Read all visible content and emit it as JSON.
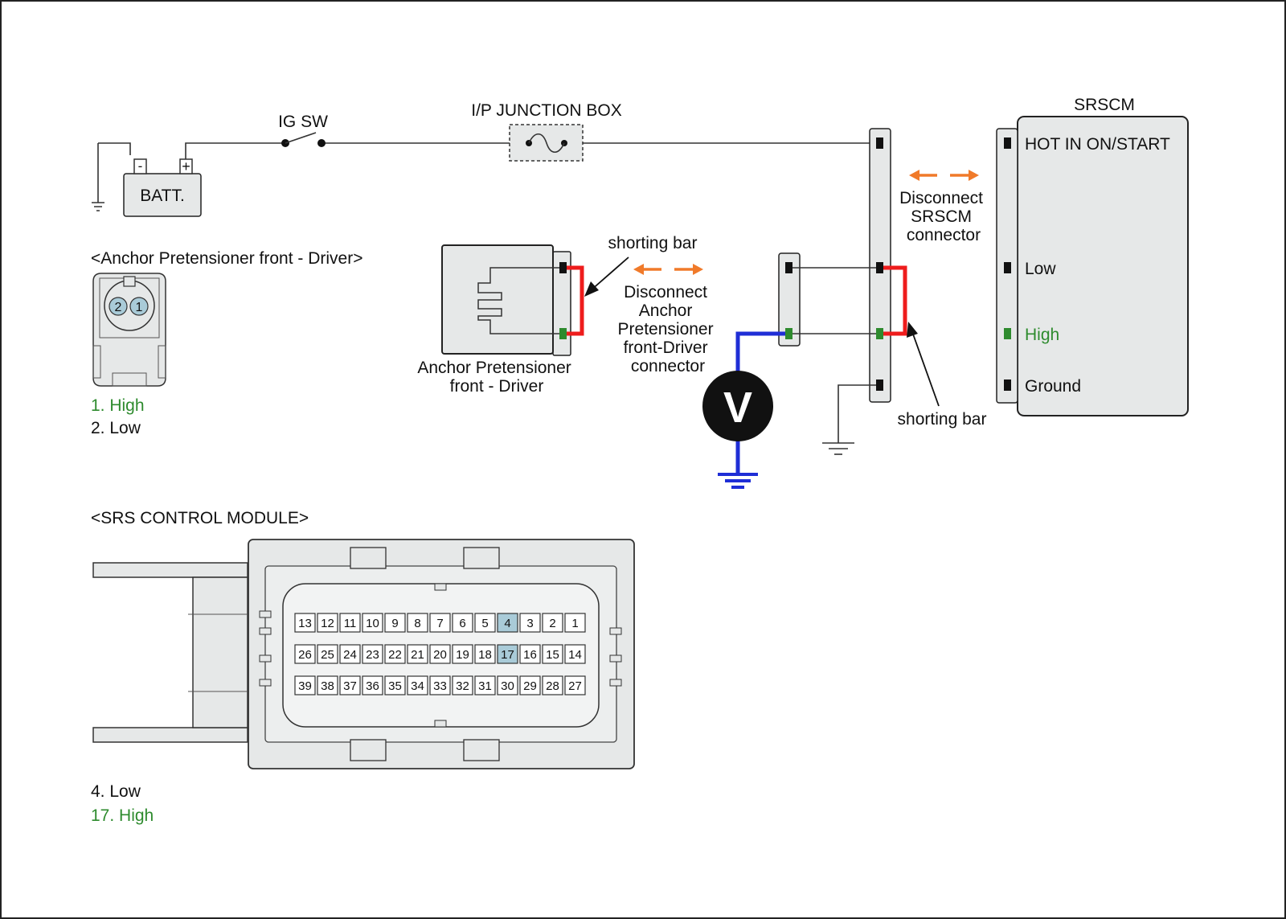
{
  "labels": {
    "ig_sw": "IG SW",
    "junction_box": "I/P JUNCTION BOX",
    "battery": "BATT.",
    "srscm": "SRSCM",
    "pin_hot": "HOT IN ON/START",
    "pin_low": "Low",
    "pin_high": "High",
    "pin_ground": "Ground",
    "shorting_bar_top": "shorting bar",
    "shorting_bar_bottom": "shorting bar",
    "disconnect_srscm": [
      "Disconnect",
      "SRSCM",
      "connector"
    ],
    "disconnect_anchor": [
      "Disconnect",
      "Anchor",
      "Pretensioner",
      "front-Driver",
      "connector"
    ],
    "anchor_component": [
      "Anchor Pretensioner",
      "front - Driver"
    ],
    "voltmeter": "V",
    "battery_minus": "-",
    "battery_plus": "+"
  },
  "anchor_view": {
    "title": "<Anchor Pretensioner front - Driver>",
    "pin_labels": [
      "2",
      "1"
    ],
    "legend": [
      {
        "text": "1. High",
        "color": "#2e8b2e"
      },
      {
        "text": "2. Low",
        "color": "#111111"
      }
    ]
  },
  "srs_module": {
    "title": "<SRS CONTROL MODULE>",
    "rows": [
      [
        "13",
        "12",
        "11",
        "10",
        "9",
        "8",
        "7",
        "6",
        "5",
        "4",
        "3",
        "2",
        "1"
      ],
      [
        "26",
        "25",
        "24",
        "23",
        "22",
        "21",
        "20",
        "19",
        "18",
        "17",
        "16",
        "15",
        "14"
      ],
      [
        "39",
        "38",
        "37",
        "36",
        "35",
        "34",
        "33",
        "32",
        "31",
        "30",
        "29",
        "28",
        "27"
      ]
    ],
    "highlighted_pins": [
      "4",
      "17"
    ],
    "legend": [
      {
        "text": "4. Low",
        "color": "#111111"
      },
      {
        "text": "17. High",
        "color": "#2e8b2e"
      }
    ]
  },
  "colors": {
    "shorting_bar": "#ee1c1c",
    "voltmeter_lead": "#1f2ed6",
    "disconnect_arrow": "#f07a2a",
    "high_pin": "#2e8b2e",
    "highlight_pin": "#a9cbd8",
    "module_fill": "#e6e8e8"
  }
}
